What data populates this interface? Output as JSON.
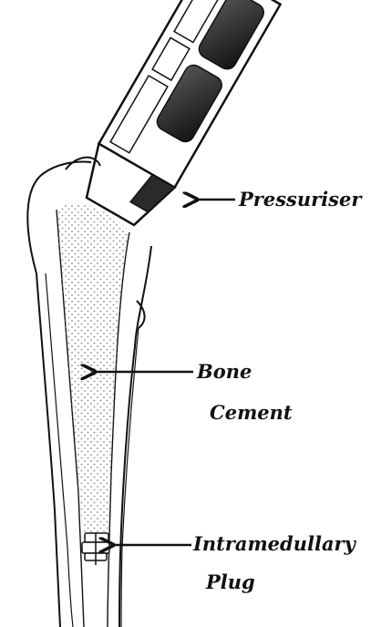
{
  "labels": {
    "pressuriser": "Pressuriser",
    "bone_cement_line1": "Bone",
    "bone_cement_line2": "Cement",
    "plug_line1": "Intramedullary",
    "plug_line2": "Plug"
  },
  "colors": {
    "ink": "#111111",
    "cement_dots": "#8a8a8a",
    "dark_fill": "#222222"
  }
}
